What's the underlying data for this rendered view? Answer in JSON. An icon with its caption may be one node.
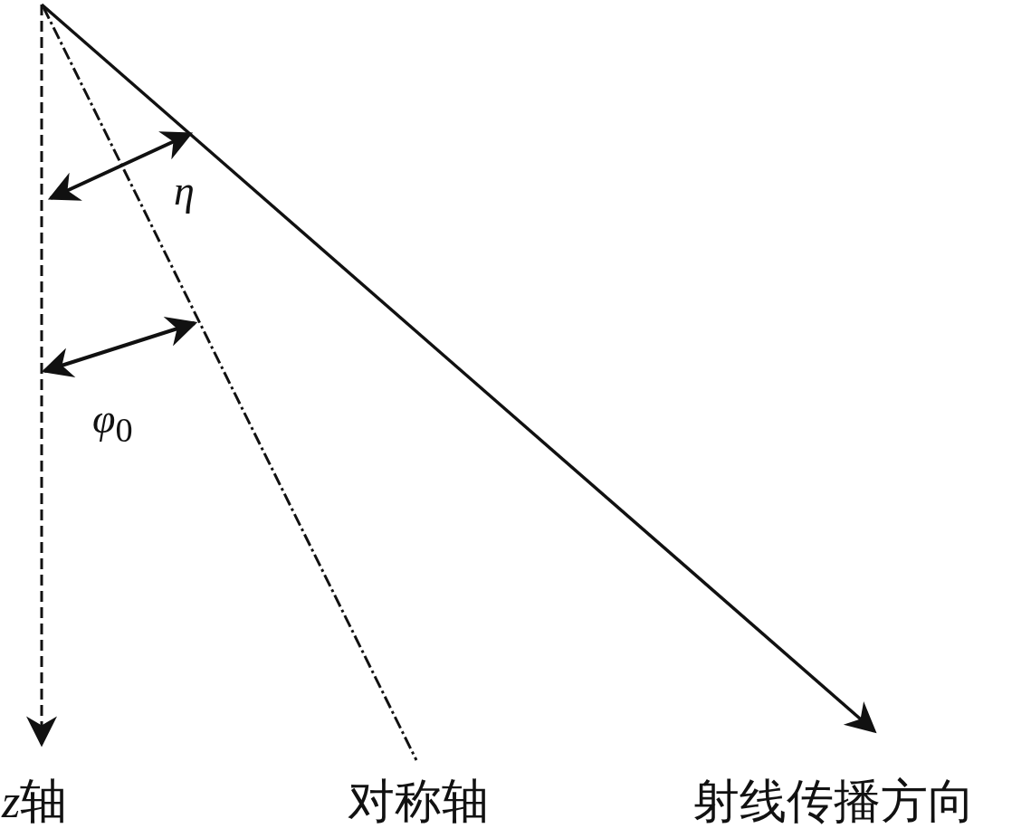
{
  "diagram": {
    "labels": [
      "η",
      "*φ*$_{0}$",
      "z轴",
      "对称轴",
      "射线传播方向"
    ]
  }
}
